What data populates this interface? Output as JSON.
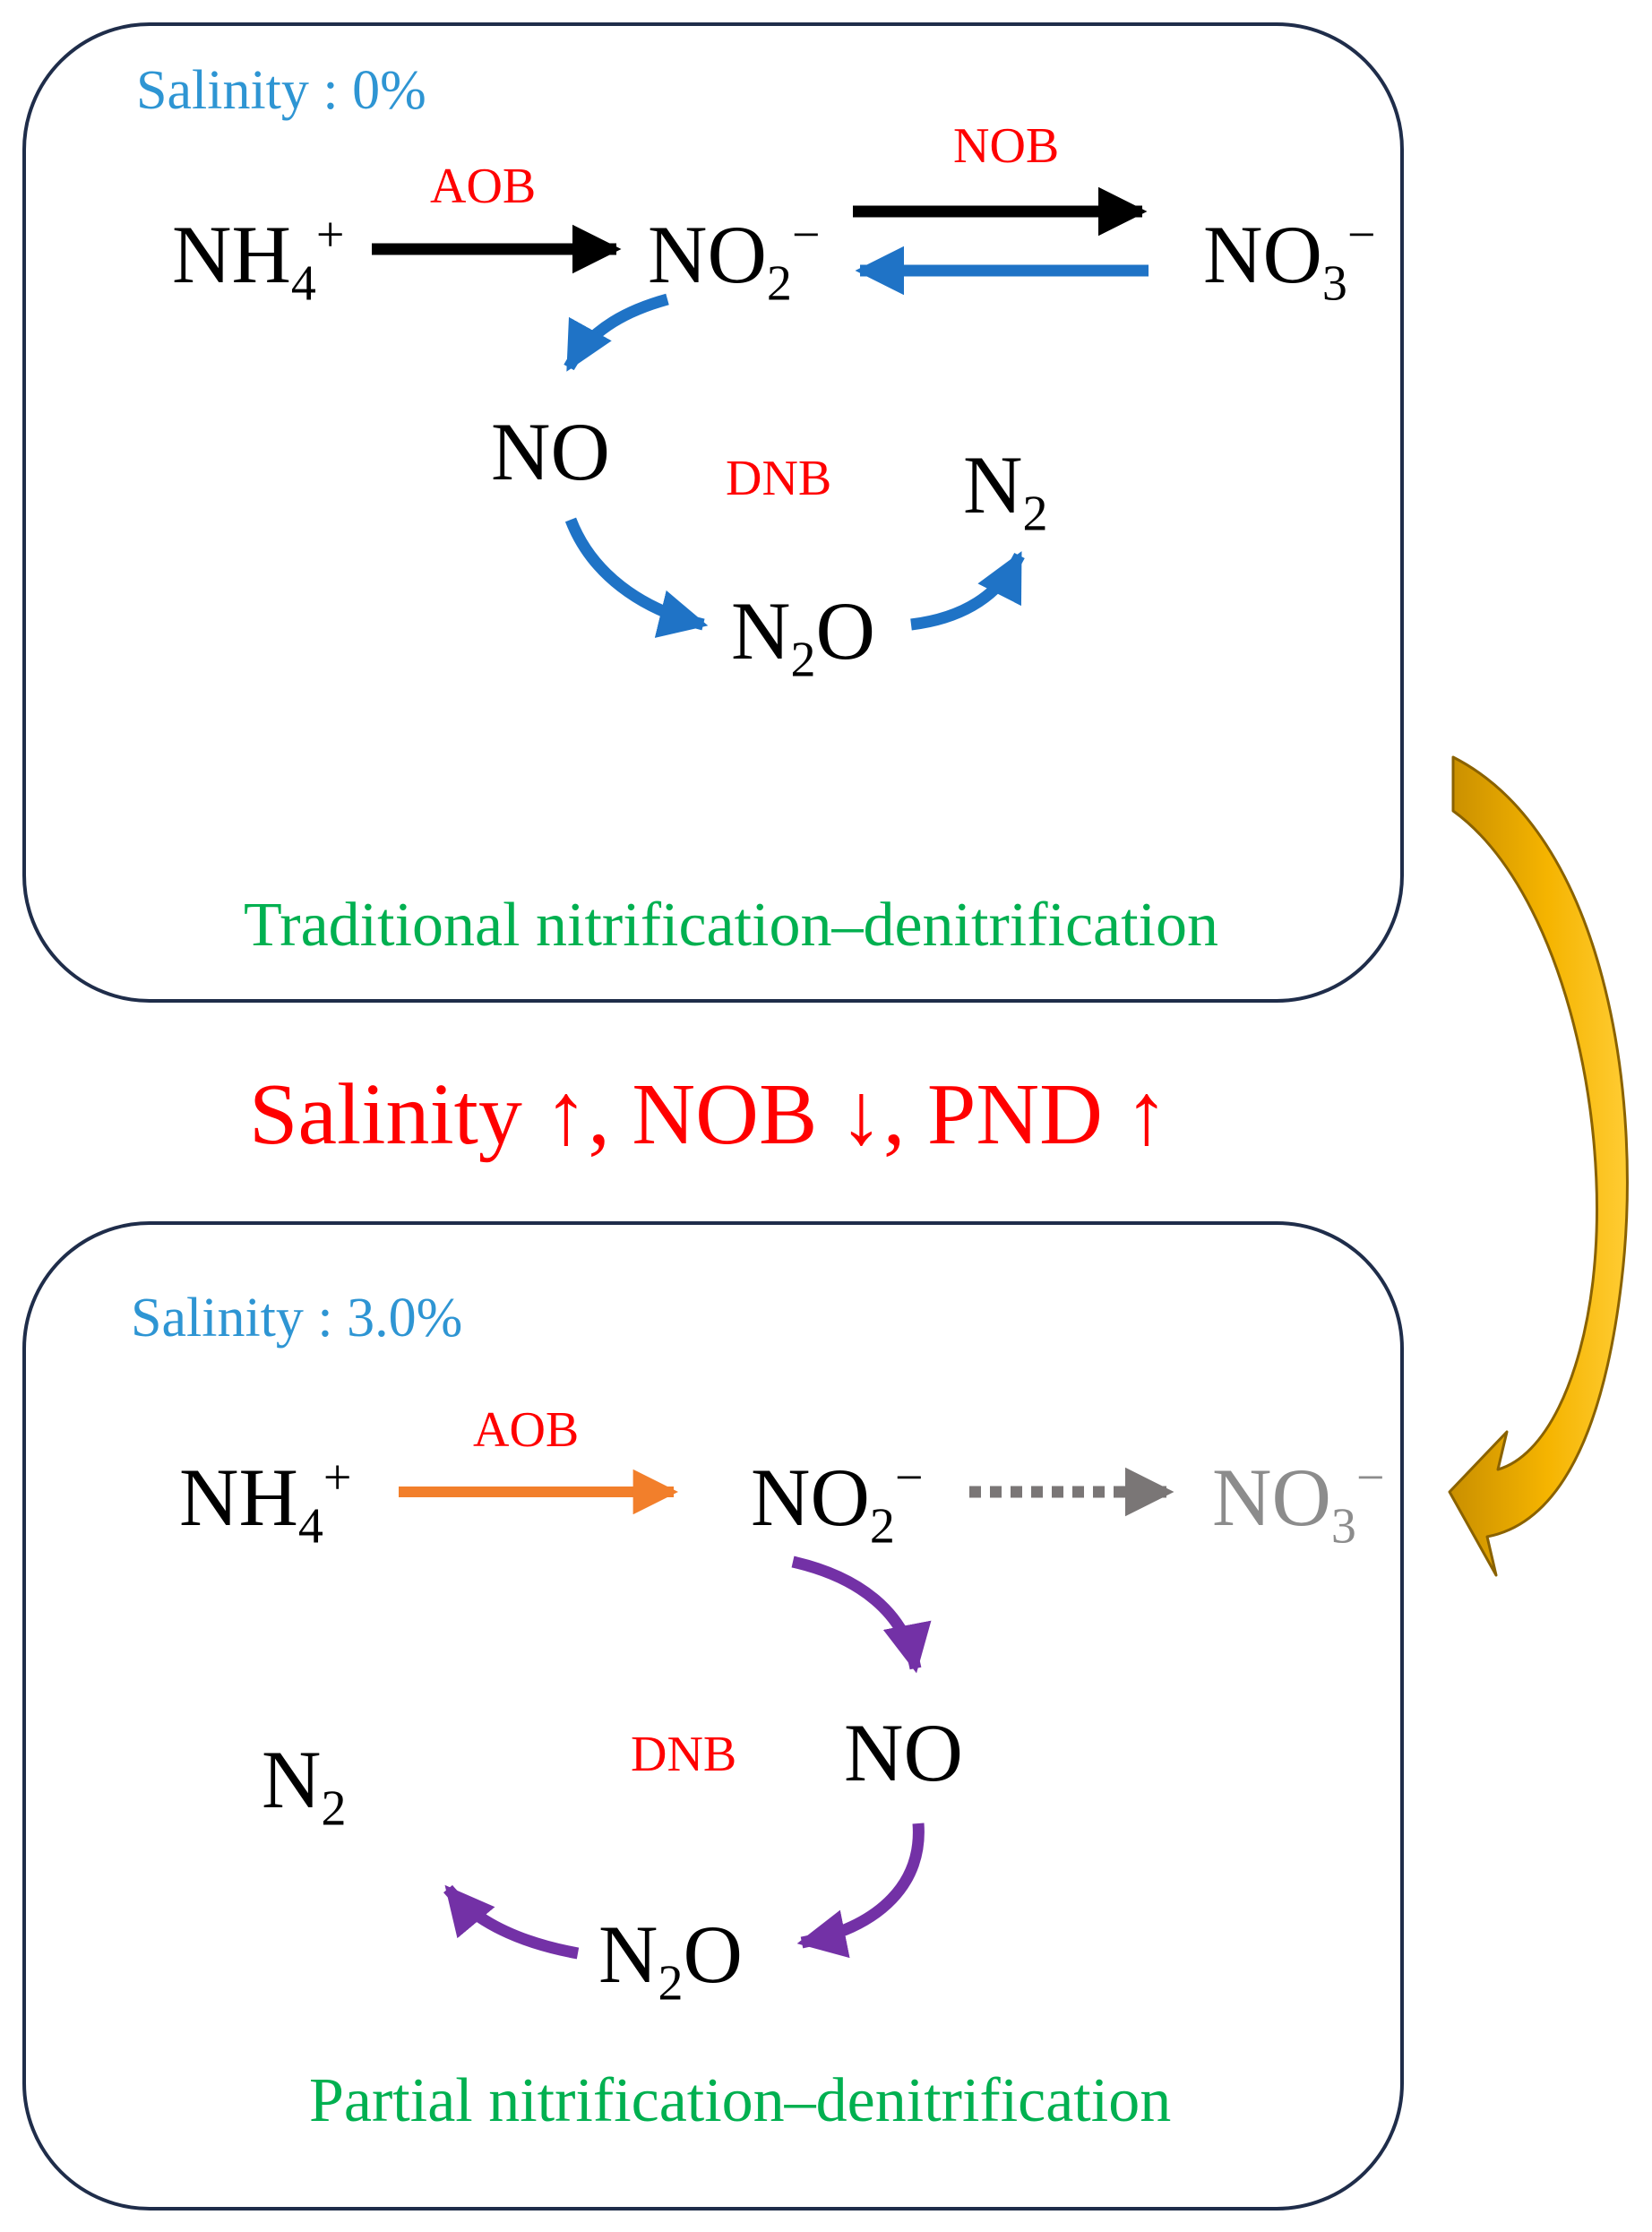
{
  "colors": {
    "frame": "#1f2d4a",
    "black_arrow": "#000000",
    "blue_arrow": "#1f73c6",
    "orange_arrow": "#f27f2b",
    "purple_arrow": "#7331a6",
    "dotted_arrow": "#7a7676",
    "transition_arrow": "#f5b400",
    "enzyme_text": "#ff0000",
    "salinity_text": "#2e95d3",
    "process_text": "#00b050",
    "faded_species": "#8c8c8c"
  },
  "panel_top": {
    "salinity": "Salinity : 0%",
    "process_name": "Traditional nitrification–denitrification",
    "species": {
      "nh4": {
        "base": "NH",
        "sub": "4",
        "sup": "+"
      },
      "no2": {
        "base": "NO",
        "sub": "2",
        "sup": "−"
      },
      "no3": {
        "base": "NO",
        "sub": "3",
        "sup": "−"
      },
      "no": {
        "base": "NO"
      },
      "n2o": {
        "base": "N",
        "sub": "2",
        "tail": "O"
      },
      "n2": {
        "base": "N",
        "sub": "2"
      }
    },
    "enzymes": {
      "aob": "AOB",
      "nob": "NOB",
      "dnb": "DNB"
    }
  },
  "transition": {
    "headline": "Salinity ↑,  NOB ↓,  PND ↑"
  },
  "panel_bottom": {
    "salinity": "Salinity : 3.0%",
    "process_name": "Partial nitrification–denitrification",
    "species": {
      "nh4": {
        "base": "NH",
        "sub": "4",
        "sup": "+"
      },
      "no2": {
        "base": "NO",
        "sub": "2",
        "sup": "−"
      },
      "no3": {
        "base": "NO",
        "sub": "3",
        "sup": "−"
      },
      "no": {
        "base": "NO"
      },
      "n2o": {
        "base": "N",
        "sub": "2",
        "tail": "O"
      },
      "n2": {
        "base": "N",
        "sub": "2"
      }
    },
    "enzymes": {
      "aob": "AOB",
      "dnb": "DNB"
    }
  }
}
